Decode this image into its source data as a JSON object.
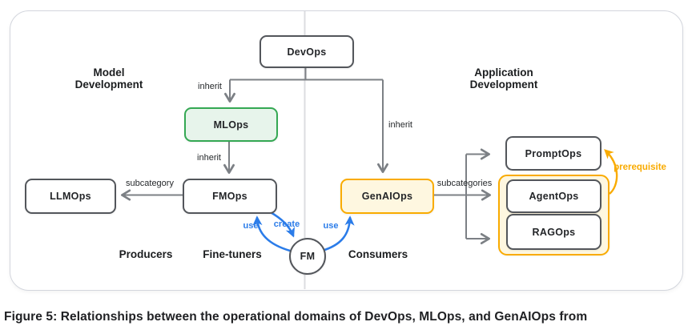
{
  "nodes": {
    "devops": "DevOps",
    "mlops": "MLOps",
    "fmops": "FMOps",
    "llmops": "LLMOps",
    "genaiops": "GenAIOps",
    "promptops": "PromptOps",
    "agentops": "AgentOps",
    "ragops": "RAGOps",
    "fm": "FM"
  },
  "sections": {
    "model_development": "Model\nDevelopment",
    "application_development": "Application\nDevelopment",
    "producers": "Producers",
    "fine_tuners": "Fine-tuners",
    "consumers": "Consumers"
  },
  "edges": {
    "inherit_left": "inherit",
    "inherit_mid": "inherit",
    "inherit_right": "inherit",
    "subcategory": "subcategory",
    "subcategories": "subcategories",
    "prerequisite": "prerequisite",
    "use_left": "use",
    "create": "create",
    "use_right": "use"
  },
  "colors": {
    "green_border": "#34A853",
    "green_fill": "#E7F4EB",
    "orange_border": "#F9AB00",
    "orange_fill": "#FEF7E0",
    "blue": "#2B7CE9",
    "gray_line": "#7C8085"
  },
  "caption": "Figure 5: Relationships between the operational domains of DevOps, MLOps, and GenAIOps from"
}
